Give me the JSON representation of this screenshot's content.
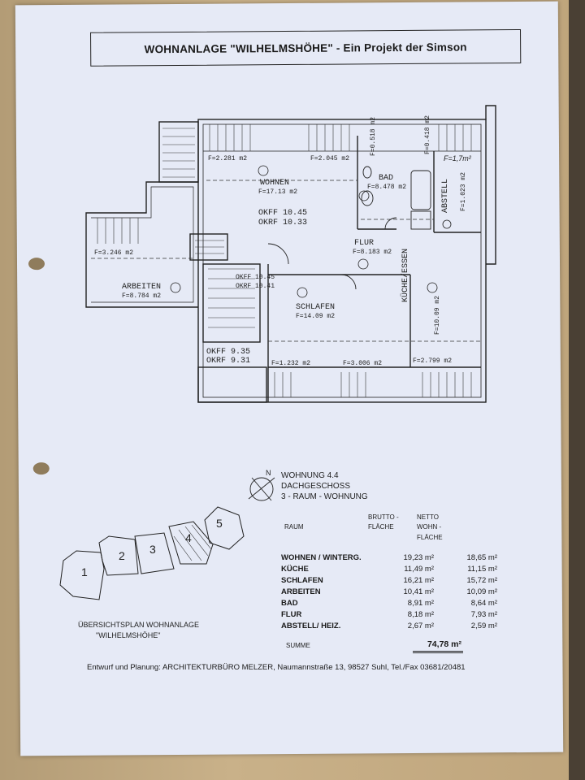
{
  "header": {
    "title": "WOHNANLAGE  \"WILHELMSHÖHE\" -   Ein Projekt der Simson"
  },
  "rooms": {
    "wohnen": {
      "name": "WOHNEN",
      "area": "F=17.13 m2"
    },
    "bad": {
      "name": "BAD",
      "area": "F=8.478 m2"
    },
    "flur": {
      "name": "FLUR",
      "area": "F=8.183 m2"
    },
    "abstell": {
      "name": "ABSTELL",
      "area": "F=1.023 m2"
    },
    "abstell_note": "F=1,7m²",
    "kueche": {
      "name": "KÜCHE/ESSEN",
      "area": "F=10.09 m2"
    },
    "schlafen": {
      "name": "SCHLAFEN",
      "area": "F=14.09 m2"
    },
    "arbeiten": {
      "name": "ARBEITEN",
      "area": "F=8.784 m2"
    },
    "f_2281": "F=2.281 m2",
    "f_2045": "F=2.045 m2",
    "f_0518": "F=0.518 m2",
    "f_0418": "F=0.418 m2",
    "f_3246": "F=3.246 m2",
    "f_1232": "F=1.232 m2",
    "f_3006": "F=3.006 m2",
    "f_2799": "F=2.799 m2"
  },
  "levels": {
    "okff_1045": "OKFF 10.45",
    "okrf_1033": "OKRF 10.33",
    "okff_1045b": "OKFF 10.45",
    "okrf_1041": "OKRF 10.41",
    "okff_935": "OKFF 9.35",
    "okrf_931": "OKRF 9.31"
  },
  "north": "N",
  "apartment": {
    "number": "WOHNUNG  4.4",
    "floor": "DACHGESCHOSS",
    "type": "3 - RAUM  - WOHNUNG"
  },
  "table": {
    "col_raum": "RAUM",
    "col_brutto_1": "BRUTTO -",
    "col_brutto_2": "FLÄCHE",
    "col_netto_1": "NETTO",
    "col_netto_2": "WOHN -",
    "col_netto_3": "FLÄCHE",
    "rows": [
      {
        "name": "WOHNEN / WINTERG.",
        "brutto": "19,23 m²",
        "netto": "18,65 m²"
      },
      {
        "name": "KÜCHE",
        "brutto": "11,49 m²",
        "netto": "11,15 m²"
      },
      {
        "name": "SCHLAFEN",
        "brutto": "16,21 m²",
        "netto": "15,72 m²"
      },
      {
        "name": "ARBEITEN",
        "brutto": "10,41 m²",
        "netto": "10,09 m²"
      },
      {
        "name": "BAD",
        "brutto": "8,91 m²",
        "netto": "8,64 m²"
      },
      {
        "name": "FLUR",
        "brutto": "8,18 m²",
        "netto": "7,93 m²"
      },
      {
        "name": "ABSTELL/ HEIZ.",
        "brutto": "2,67 m²",
        "netto": "2,59 m²"
      }
    ],
    "summe_label": "SUMME",
    "summe_value": "74,78 m²"
  },
  "overview": {
    "caption_1": "ÜBERSICHTSPLAN  WOHNANLAGE",
    "caption_2": "\"WILHELMSHÖHE\"",
    "blocks": [
      "1",
      "2",
      "3",
      "4",
      "5"
    ]
  },
  "footer": "Entwurf und Planung:  ARCHITEKTURBÜRO MELZER, Naumannstraße 13, 98527 Suhl, Tel./Fax 03681/20481"
}
